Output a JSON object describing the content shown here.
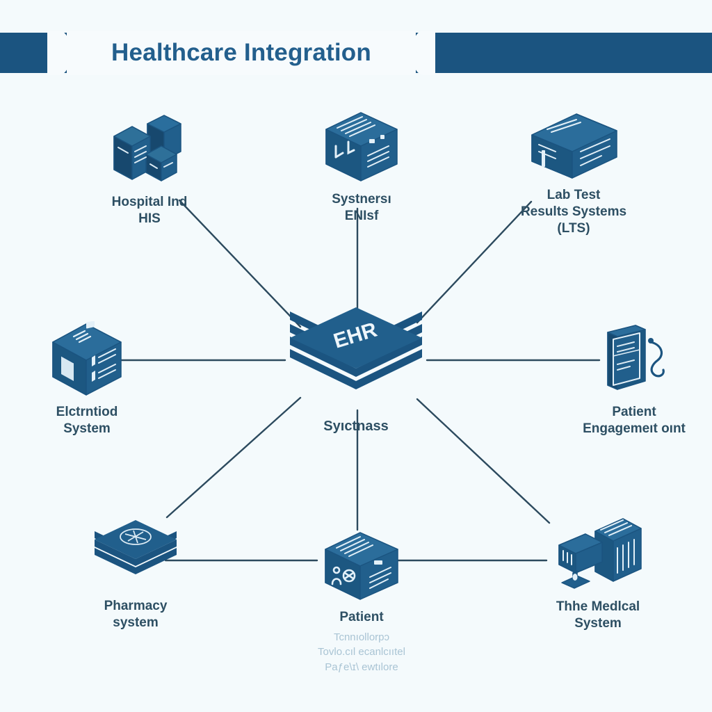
{
  "page": {
    "background_color": "#f4fafc",
    "accent_color": "#1b5480",
    "title_color": "#235f8d",
    "label_color": "#2d4f63",
    "line_color": "#2c4a5e"
  },
  "banner": {
    "title": "Healthcare Integration"
  },
  "hub": {
    "icon": "stacked-layers-icon",
    "badge": "EHR",
    "label": "Syıctnass"
  },
  "nodes": [
    {
      "id": "his",
      "icon": "hospital-buildings-icon",
      "lines": [
        "Hospital Ind",
        "HIS"
      ],
      "sub_lines": []
    },
    {
      "id": "emr",
      "icon": "server-cabinet-icon",
      "lines": [
        "Systnersı",
        "ENIsf"
      ],
      "sub_lines": []
    },
    {
      "id": "lts",
      "icon": "lab-analyzer-icon",
      "lines": [
        "Lab Test",
        "Results Systems",
        "(LTS)"
      ],
      "sub_lines": []
    },
    {
      "id": "electronic",
      "icon": "document-cube-icon",
      "lines": [
        "Elctrntiod",
        "System"
      ],
      "sub_lines": []
    },
    {
      "id": "engagement",
      "icon": "tablet-device-icon",
      "lines": [
        "Patient",
        "Engagemeıt oınt"
      ],
      "sub_lines": []
    },
    {
      "id": "pharmacy",
      "icon": "stacked-layers-icon",
      "lines": [
        "Pharmacy",
        "system"
      ],
      "sub_lines": []
    },
    {
      "id": "patient",
      "icon": "server-box-icon",
      "lines": [
        "Patient"
      ],
      "sub_lines": [
        "Tcnnıollorpɔ",
        "Tovlo.cıl ecanlcııtel",
        "Paƒe\\ɪ\\ ewtılore"
      ]
    },
    {
      "id": "medical",
      "icon": "workstation-tower-icon",
      "lines": [
        "Thhe Medlcal",
        "System"
      ],
      "sub_lines": []
    }
  ],
  "connections": [
    {
      "from": "his",
      "to": "hub"
    },
    {
      "from": "emr",
      "to": "hub"
    },
    {
      "from": "lts",
      "to": "hub"
    },
    {
      "from": "electronic",
      "to": "hub"
    },
    {
      "from": "engagement",
      "to": "hub"
    },
    {
      "from": "pharmacy",
      "to": "hub"
    },
    {
      "from": "patient",
      "to": "hub"
    },
    {
      "from": "medical",
      "to": "hub"
    },
    {
      "from": "pharmacy",
      "to": "patient"
    },
    {
      "from": "patient",
      "to": "medical"
    }
  ]
}
